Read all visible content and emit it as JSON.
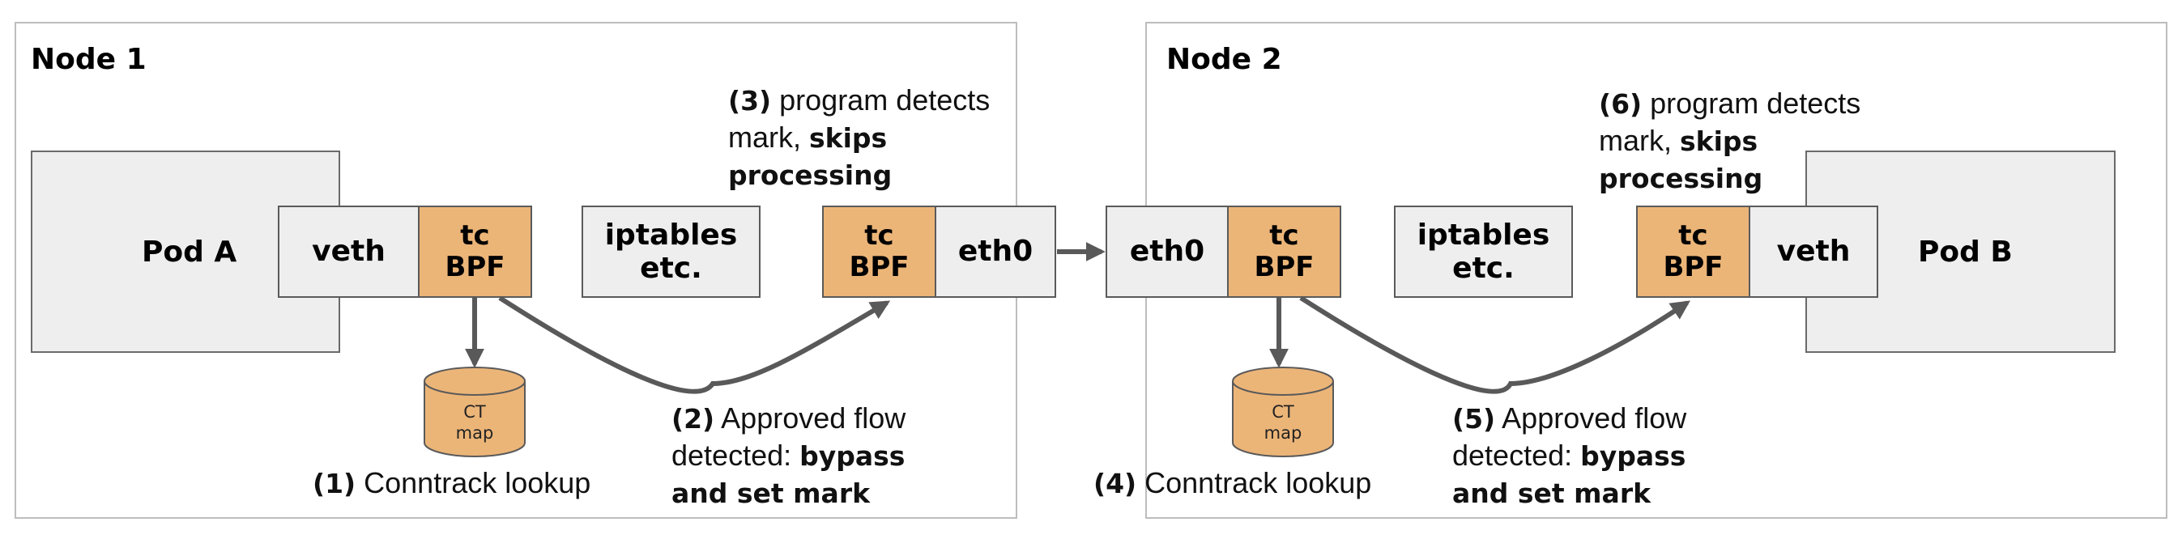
{
  "colors": {
    "bpf_fill": "#ecb578",
    "box_fill": "#eeeeee",
    "border": "#5a5a5a",
    "arrow": "#595959",
    "panel_border": "#bdbdbd"
  },
  "node1": {
    "title": "Node 1",
    "pod": "Pod A",
    "veth": "veth",
    "tc_bpf_left": {
      "line1": "tc",
      "line2": "BPF"
    },
    "iptables": {
      "line1": "iptables",
      "line2": "etc."
    },
    "tc_bpf_right": {
      "line1": "tc",
      "line2": "BPF"
    },
    "eth0": "eth0",
    "ct_map": {
      "line1": "CT",
      "line2": "map"
    },
    "step1": {
      "num": "(1)",
      "text": " Conntrack lookup"
    },
    "step2": {
      "num": "(2)",
      "text1": " Approved flow",
      "text2": "detected: ",
      "bold2": "bypass",
      "bold3": "and set mark"
    },
    "step3": {
      "num": "(3)",
      "text1": " program detects",
      "text2": "mark, ",
      "bold2": "skips",
      "bold3": "processing"
    }
  },
  "node2": {
    "title": "Node 2",
    "pod": "Pod B",
    "veth": "veth",
    "eth0": "eth0",
    "tc_bpf_left": {
      "line1": "tc",
      "line2": "BPF"
    },
    "iptables": {
      "line1": "iptables",
      "line2": "etc."
    },
    "tc_bpf_right": {
      "line1": "tc",
      "line2": "BPF"
    },
    "ct_map": {
      "line1": "CT",
      "line2": "map"
    },
    "step4": {
      "num": "(4)",
      "text": " Conntrack lookup"
    },
    "step5": {
      "num": "(5)",
      "text1": " Approved flow",
      "text2": "detected: ",
      "bold2": "bypass",
      "bold3": "and set mark"
    },
    "step6": {
      "num": "(6)",
      "text1": " program detects",
      "text2": "mark, ",
      "bold2": "skips",
      "bold3": "processing"
    }
  }
}
